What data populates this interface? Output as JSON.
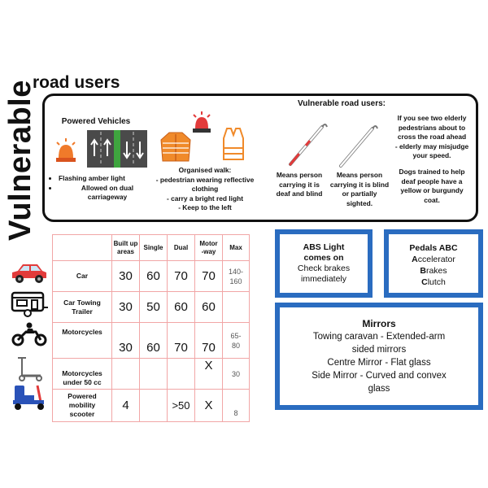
{
  "titles": {
    "vertical": "Vulnerable",
    "horizontal": "road users"
  },
  "panel": {
    "powered_title": "Powered Vehicles",
    "flashing": "Flashing amber light",
    "dual_line1": "Allowed on dual",
    "dual_line2": "carriageway",
    "walk_line1": "Organised walk:",
    "walk_line2": "- pedestrian wearing reflective",
    "walk_line3": "clothing",
    "walk_line4": "- carry a bright red light",
    "walk_line5": "- Keep to the left",
    "vru_title": "Vulnerable road users:",
    "cane1_line1": "Means person",
    "cane1_line2": "carrying it is",
    "cane1_line3": "deaf and blind",
    "cane2_line1": "Means person",
    "cane2_line2": "carrying it is  blind",
    "cane2_line3": "or partially",
    "cane2_line4": "sighted.",
    "elderly_line1": "If you see two elderly",
    "elderly_line2": "pedestrians about to",
    "elderly_line3": "cross the road ahead",
    "elderly_line4": "- elderly may misjudge",
    "elderly_line5": "your speed.",
    "dogs_line1": "Dogs trained to help",
    "dogs_line2": "deaf people have a",
    "dogs_line3": "yellow or burgundy",
    "dogs_line4": "coat."
  },
  "table": {
    "headers": {
      "built_line1": "Built up",
      "built_line2": "areas",
      "single": "Single",
      "dual": "Dual",
      "motor_line1": "Motor",
      "motor_line2": "-way",
      "max": "Max"
    },
    "rows": [
      {
        "label_line1": "Car",
        "label_line2": "",
        "built": "30",
        "single": "60",
        "dual": "70",
        "motor": "70",
        "max_line1": "140-",
        "max_line2": "160"
      },
      {
        "label_line1": "Car Towing",
        "label_line2": "Trailer",
        "built": "30",
        "single": "50",
        "dual": "60",
        "motor": "60",
        "max_line1": "",
        "max_line2": ""
      },
      {
        "label_line1": "Motorcycles",
        "label_line2": "",
        "built": "30",
        "single": "60",
        "dual": "70",
        "motor": "70",
        "max_line1": "65-",
        "max_line2": "80"
      },
      {
        "label_line1": "Motorcycles",
        "label_line2": "under 50 cc",
        "built": "",
        "single": "",
        "dual": "",
        "motor": "X",
        "max_line1": "30",
        "max_line2": ""
      },
      {
        "label_line1": "Powered",
        "label_line2": "mobility",
        "label_line3": "scooter",
        "built": "4",
        "single": "",
        "dual": ">50",
        "motor": "X",
        "max_line1": "8",
        "max_line2": ""
      }
    ]
  },
  "abs": {
    "title_line1": "ABS Light",
    "title_line2": "comes on",
    "body_line1": "Check brakes",
    "body_line2": "immediately"
  },
  "pedals": {
    "title": "Pedals ABC",
    "a_first": "A",
    "a_rest": "ccelerator",
    "b_first": "B",
    "b_rest": "rakes",
    "c_first": "C",
    "c_rest": "lutch"
  },
  "mirrors": {
    "title": "Mirrors",
    "line1": "Towing caravan - Extended-arm",
    "line2": "sided mirrors",
    "line3": "Centre Mirror - Flat glass",
    "line4": "Side Mirror - Curved and convex",
    "line5": "glass"
  },
  "colors": {
    "accent_blue": "#2a6cc0",
    "table_border": "#f1a6a6",
    "amber": "#f07a2a",
    "red": "#e23b3b"
  },
  "icons": [
    "amber-beacon-icon",
    "dual-carriageway-road-icon",
    "reflective-jacket-icon",
    "red-beacon-icon",
    "high-vis-vest-icon",
    "white-red-cane-icon",
    "white-cane-icon",
    "car-icon",
    "caravan-icon",
    "motorcycle-icon",
    "kick-scooter-icon",
    "mobility-scooter-icon"
  ]
}
